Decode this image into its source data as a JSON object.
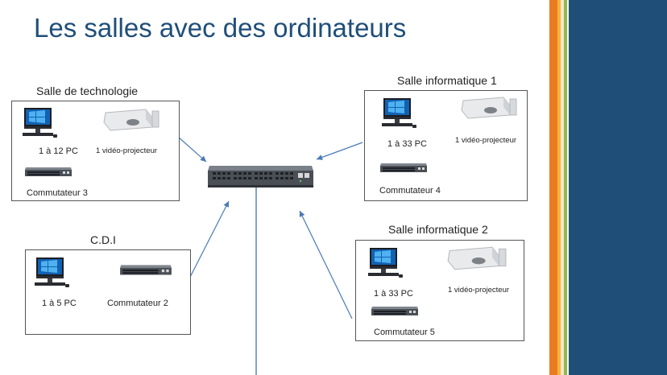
{
  "title": "Les salles avec des ordinateurs",
  "colors": {
    "title": "#1f4e79",
    "arrow": "#4a7ab5",
    "stripe_orange": "#ea7b23",
    "stripe_yellow": "#f4b63c",
    "stripe_light": "#fde6c9",
    "stripe_green": "#8dbb4c",
    "stripe_navy": "#1f4e79"
  },
  "rooms": {
    "techno": {
      "title": "Salle de technologie",
      "pc": "1 à 12 PC",
      "projector": "1 vidéo-projecteur",
      "switch": "Commutateur 3"
    },
    "info1": {
      "title": "Salle informatique 1",
      "pc": "1 à 33 PC",
      "projector": "1 vidéo-projecteur",
      "switch": "Commutateur 4"
    },
    "cdi": {
      "title": "C.D.I",
      "pc": "1 à 5 PC",
      "switch": "Commutateur 2"
    },
    "info2": {
      "title": "Salle informatique 2",
      "pc": "1 à 33 PC",
      "projector": "1 vidéo-projecteur",
      "switch": "Commutateur 5"
    }
  }
}
